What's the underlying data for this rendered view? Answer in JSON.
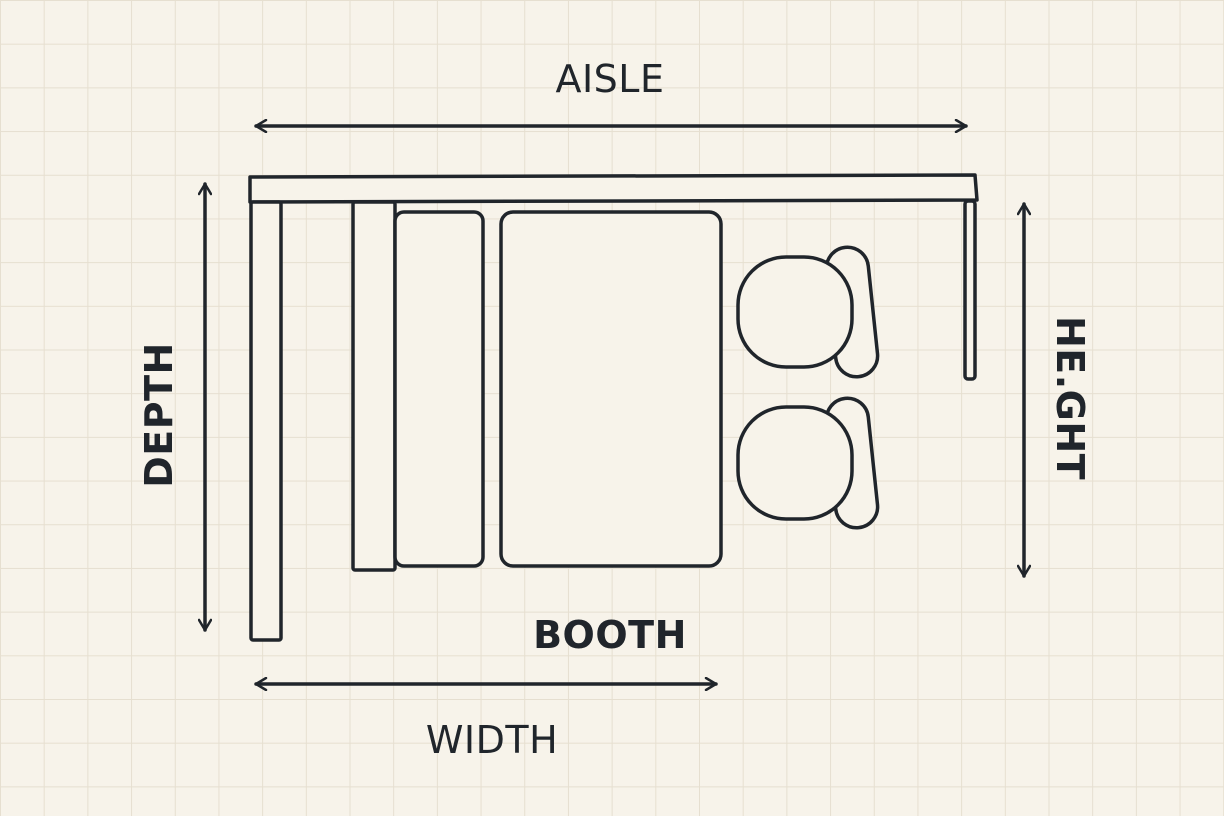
{
  "labels": {
    "aisle": "AISLE",
    "depth": "DEPTH",
    "height": "HE.GHT",
    "booth": "BOOTH",
    "width": "WIDTH"
  },
  "colors": {
    "background": "#f7f3ea",
    "grid": "#e6dfd0",
    "ink": "#20252b"
  }
}
